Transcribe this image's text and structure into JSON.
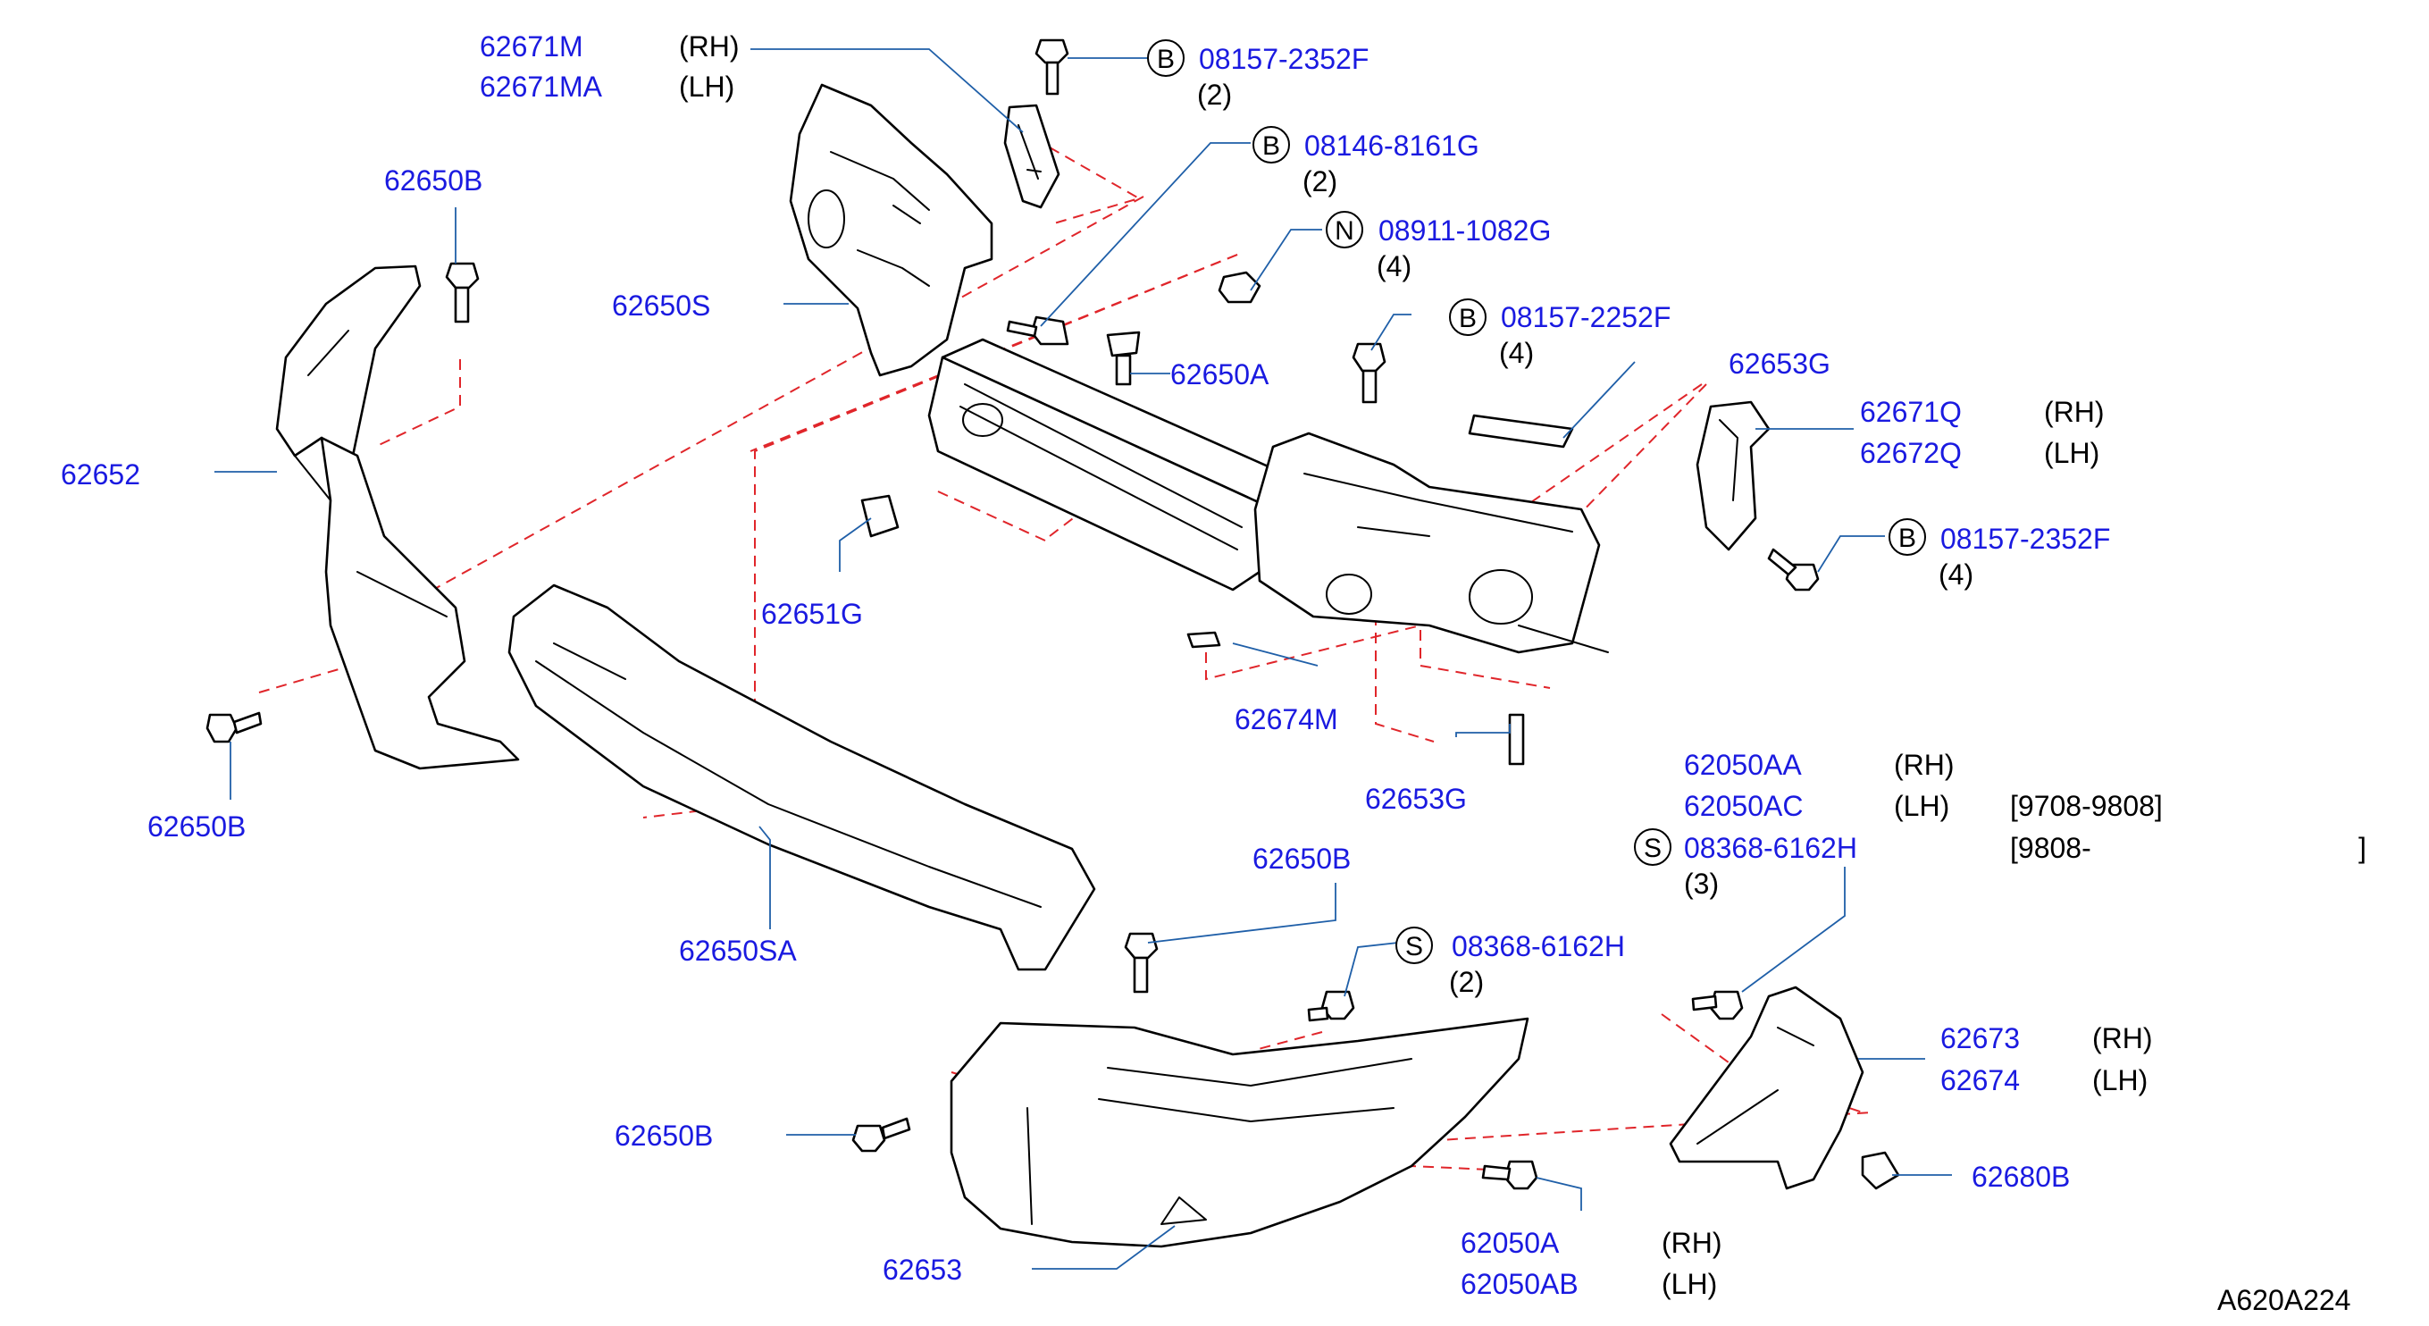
{
  "labels": {
    "l62671M": "62671M",
    "l62671MA": "62671MA",
    "rh1": "(RH)",
    "lh1": "(LH)",
    "b1_pn": "08157-2352F",
    "b1_qty": "(2)",
    "b2_pn": "08146-8161G",
    "b2_qty": "(2)",
    "n_pn": "08911-1082G",
    "n_qty": "(4)",
    "b3_pn": "08157-2252F",
    "b3_qty": "(4)",
    "l62650B_a": "62650B",
    "l62650S": "62650S",
    "l62650A": "62650A",
    "l62652": "62652",
    "l62653G_a": "62653G",
    "l62671Q": "62671Q",
    "l62672Q": "62672Q",
    "rh2": "(RH)",
    "lh2": "(LH)",
    "b4_pn": "08157-2352F",
    "b4_qty": "(4)",
    "l62651G": "62651G",
    "l62674M": "62674M",
    "l62650B_b": "62650B",
    "l62653G_b": "62653G",
    "l62050AA": "62050AA",
    "l62050AC": "62050AC",
    "rh3": "(RH)",
    "lh3": "(LH)",
    "date1": "[9708-9808]",
    "s1_pn": "08368-6162H",
    "date2": "[9808-",
    "date2_end": "]",
    "s1_qty": "(3)",
    "l62650B_c": "62650B",
    "l62650SA": "62650SA",
    "s2_pn": "08368-6162H",
    "s2_qty": "(2)",
    "l62673": "62673",
    "l62674": "62674",
    "rh4": "(RH)",
    "lh4": "(LH)",
    "l62650B_d": "62650B",
    "l62680B": "62680B",
    "l62653": "62653",
    "l62050A": "62050A",
    "l62050AB": "62050AB",
    "rh5": "(RH)",
    "lh5": "(LH)",
    "figure_code": "A620A224"
  },
  "callout_letters": {
    "b": "B",
    "n": "N",
    "s": "S"
  },
  "colors": {
    "part_number": "#1a1ae0",
    "leader_line": "#1f5fa8",
    "phantom_line": "#e0252a",
    "outline": "#000000"
  }
}
